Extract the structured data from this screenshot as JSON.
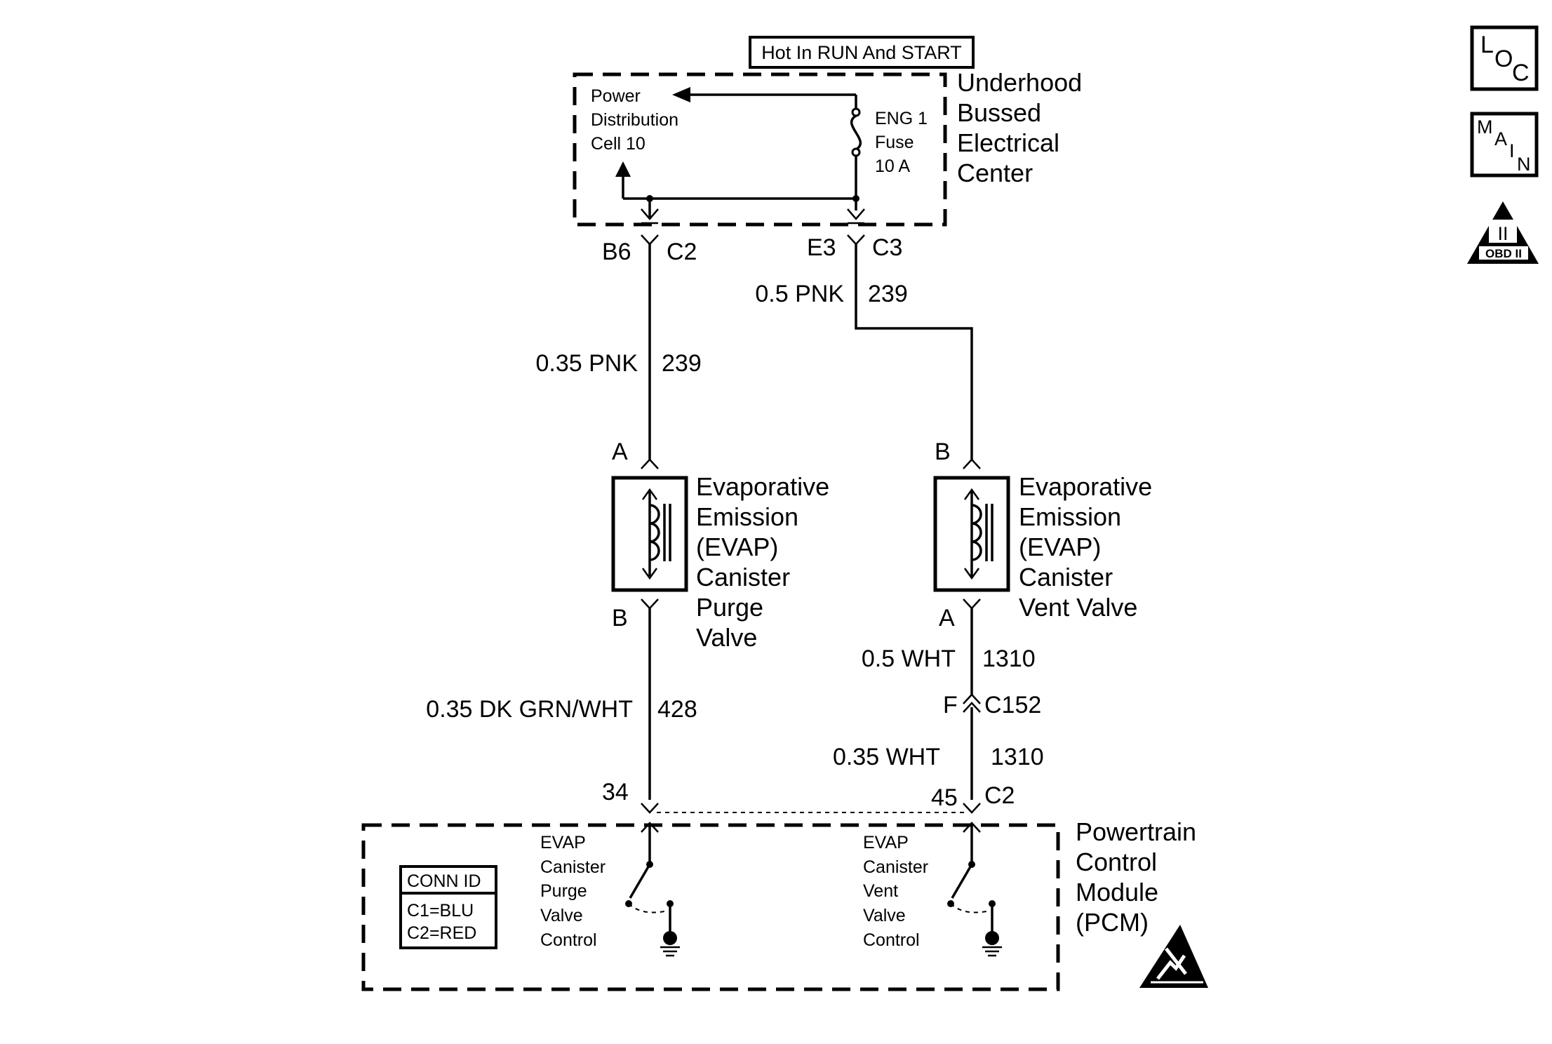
{
  "header_label": "Hot In RUN And START",
  "ubec": {
    "name": [
      "Underhood",
      "Bussed",
      "Electrical",
      "Center"
    ],
    "power_distribution": [
      "Power",
      "Distribution",
      "Cell 10"
    ],
    "fuse": [
      "ENG 1",
      "Fuse",
      "10 A"
    ]
  },
  "left_circuit": {
    "top_pin": "B6",
    "top_connector": "C2",
    "top_wire_color": "0.35 PNK",
    "top_wire_circuit": "239",
    "valve_pin_top": "A",
    "valve_pin_bottom": "B",
    "valve_name": [
      "Evaporative",
      "Emission",
      "(EVAP)",
      "Canister",
      "Purge",
      "Valve"
    ],
    "bottom_wire_color": "0.35 DK GRN/WHT",
    "bottom_wire_circuit": "428",
    "pcm_pin": "34",
    "pcm_label": [
      "EVAP",
      "Canister",
      "Purge",
      "Valve",
      "Control"
    ]
  },
  "right_circuit": {
    "top_pin": "E3",
    "top_connector": "C3",
    "top_wire_color": "0.5 PNK",
    "top_wire_circuit": "239",
    "valve_pin_top": "B",
    "valve_pin_bottom": "A",
    "valve_name": [
      "Evaporative",
      "Emission",
      "(EVAP)",
      "Canister",
      "Vent Valve"
    ],
    "mid_wire_color": "0.5 WHT",
    "mid_wire_circuit": "1310",
    "inline_pin": "F",
    "inline_connector": "C152",
    "bottom_wire_color": "0.35 WHT",
    "bottom_wire_circuit": "1310",
    "pcm_pin": "45",
    "pcm_connector": "C2",
    "pcm_label": [
      "EVAP",
      "Canister",
      "Vent",
      "Valve",
      "Control"
    ]
  },
  "pcm": {
    "name": [
      "Powertrain",
      "Control",
      "Module",
      "(PCM)"
    ],
    "conn_id_title": "CONN ID",
    "conn_id_lines": [
      "C1=BLU",
      "C2=RED"
    ]
  },
  "side_icons": {
    "loc": [
      "L",
      "O",
      "C"
    ],
    "main": [
      "M",
      "A",
      "I",
      "N"
    ],
    "obd_numeral": "II",
    "obd_text": "OBD II"
  }
}
